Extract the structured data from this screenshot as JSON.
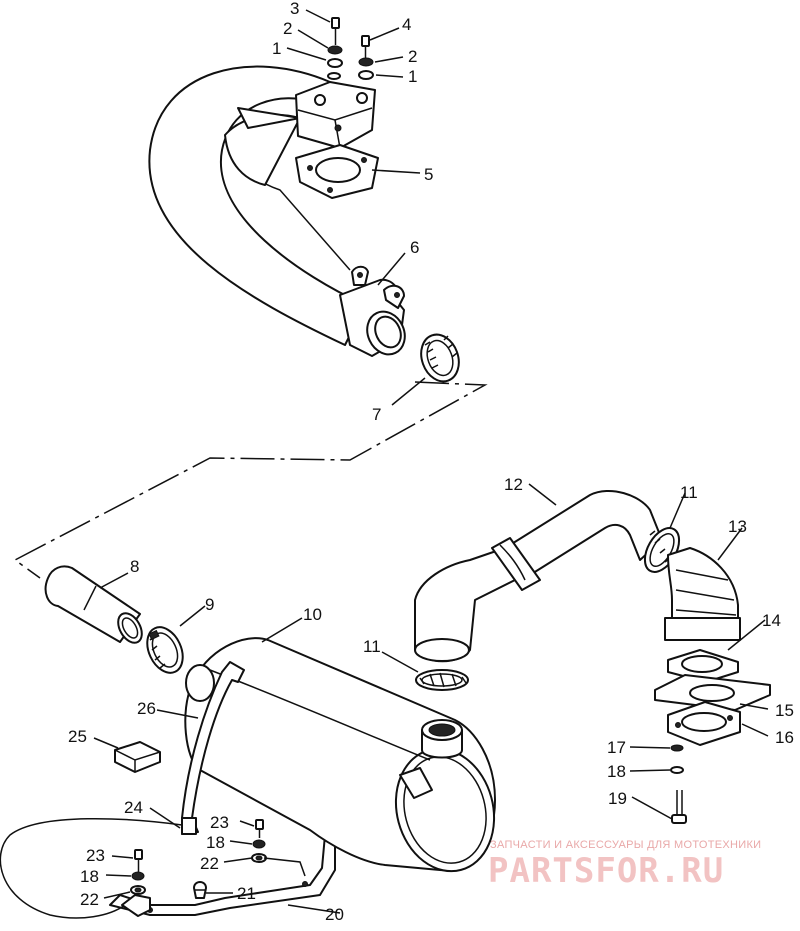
{
  "diagram": {
    "callouts": [
      "1",
      "2",
      "3",
      "4",
      "5",
      "6",
      "7",
      "8",
      "9",
      "10",
      "11",
      "12",
      "13",
      "14",
      "15",
      "16",
      "17",
      "18",
      "19",
      "20",
      "21",
      "22",
      "23",
      "24",
      "25",
      "26"
    ]
  },
  "watermark": {
    "tagline": "ЗАПЧАСТИ И АКСЕССУАРЫ ДЛЯ МОТОТЕХНИКИ",
    "brand": "PARTSFOR.RU"
  }
}
